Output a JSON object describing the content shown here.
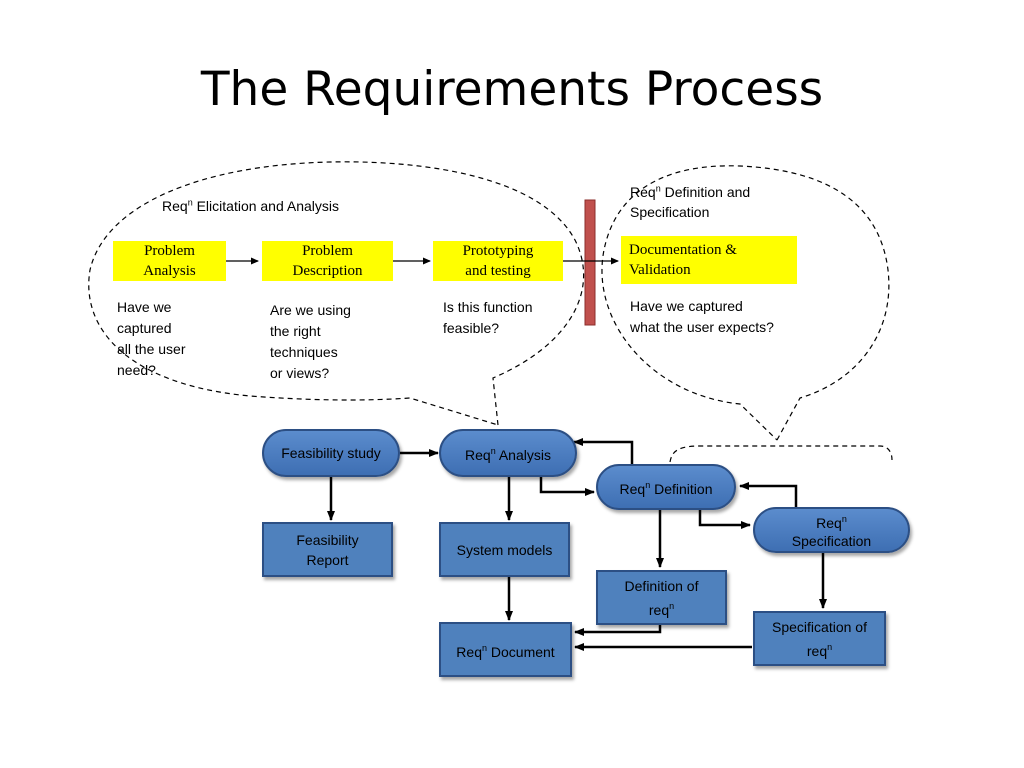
{
  "slide": {
    "title": "The Requirements Process"
  },
  "top_section": {
    "elicitation_label": "Req",
    "elicitation_label_sup": "n",
    "elicitation_label_rest": " Elicitation and Analysis",
    "definition_label_line1": "Req",
    "definition_label_sup": "n",
    "definition_label_line1_rest": " Definition and",
    "definition_label_line2": "Specification",
    "boxes": [
      {
        "line1": "Problem",
        "line2": "Analysis"
      },
      {
        "line1": "Problem",
        "line2": "Description"
      },
      {
        "line1": "Prototyping",
        "line2": "and testing"
      },
      {
        "line1": "Documentation &",
        "line2": "Validation"
      }
    ],
    "questions": [
      {
        "lines": [
          "Have we",
          "captured",
          "all the user",
          "need?"
        ]
      },
      {
        "lines": [
          "Are we using",
          "the right",
          "techniques",
          "or views?"
        ]
      },
      {
        "lines": [
          "Is  this function",
          "feasible?"
        ]
      },
      {
        "lines": [
          "Have we captured",
          "what the user expects?"
        ]
      }
    ]
  },
  "flow": {
    "feasibility_study": "Feasibility study",
    "req_analysis": {
      "base": "Req",
      "sup": "n",
      "rest": " Analysis"
    },
    "req_definition": {
      "base": "Req",
      "sup": "n",
      "rest": " Definition"
    },
    "req_specification": {
      "base": "Req",
      "sup": "n",
      "line2": "Specification"
    },
    "feasibility_report": {
      "line1": "Feasibility",
      "line2": "Report"
    },
    "system_models": "System models",
    "definition_of_req": {
      "line1": "Definition of",
      "line2_base": "req",
      "line2_sup": "n"
    },
    "specification_of_req": {
      "line1": "Specification of",
      "line2_base": "req",
      "line2_sup": "n"
    },
    "req_document": {
      "base": "Req",
      "sup": "n",
      "rest": " Document"
    }
  },
  "colors": {
    "highlight": "#ffff00",
    "process_fill": "#4f81bd",
    "process_border": "#2c4f84",
    "divider_bar": "#c0504d"
  }
}
